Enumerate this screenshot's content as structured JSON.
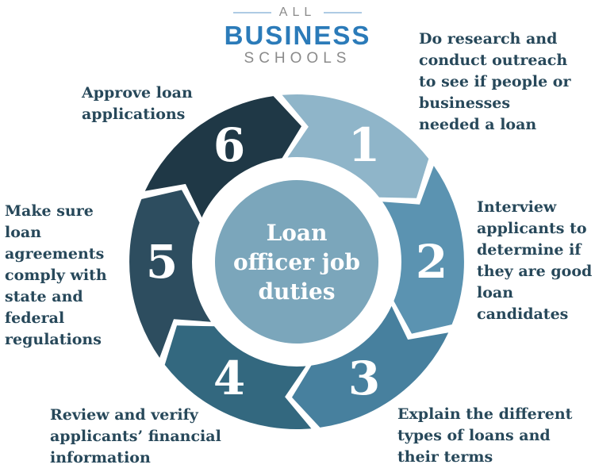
{
  "logo": {
    "top_label": "ALL",
    "main_label": "BUSINESS",
    "bottom_label": "SCHOOLS",
    "main_color": "#2B7BB9",
    "secondary_color": "#8B8B8B",
    "rule_color": "#AECBE4"
  },
  "diagram": {
    "type": "cycle-arrow",
    "direction": "clockwise",
    "label_color": "#27485A",
    "center": {
      "title": "Loan officer job duties",
      "title_lines": [
        "Loan",
        "officer job",
        "duties"
      ],
      "fill": "#7BA6BB",
      "text_color": "#FFFFFF"
    },
    "segments": [
      {
        "number": "1",
        "color": "#8FB5C9",
        "position": "top-right",
        "label": "Do research and conduct outreach to see if people or businesses needed a loan"
      },
      {
        "number": "2",
        "color": "#5B93B1",
        "position": "right",
        "label": "Interview applicants to determine if they are good loan candidates"
      },
      {
        "number": "3",
        "color": "#47809E",
        "position": "bottom-right",
        "label": "Explain the different types of loans and their terms"
      },
      {
        "number": "4",
        "color": "#33687F",
        "position": "bottom-left",
        "label": "Review and verify applicants’ financial information"
      },
      {
        "number": "5",
        "color": "#2D4D5F",
        "position": "left",
        "label": "Make sure loan agreements comply with state and federal regulations"
      },
      {
        "number": "6",
        "color": "#1F3846",
        "position": "top-left",
        "label": "Approve loan applications"
      }
    ]
  }
}
